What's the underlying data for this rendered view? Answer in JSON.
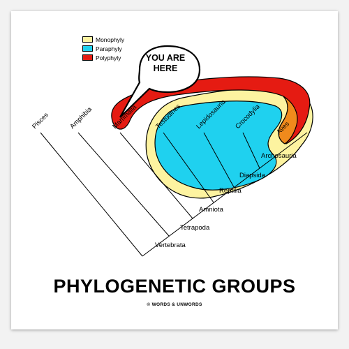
{
  "legend": {
    "items": [
      {
        "label": "Monophyly",
        "color": "#fdf3a0"
      },
      {
        "label": "Paraphyly",
        "color": "#1fd1ef"
      },
      {
        "label": "Polyphyly",
        "color": "#e51b12"
      }
    ]
  },
  "bubble": {
    "line1": "YOU ARE",
    "line2": "HERE"
  },
  "taxa": {
    "pisces": "Pisces",
    "amphibia": "Amphibia",
    "mammalia": "Mammalia",
    "testudines": "Testudines",
    "lepidosauria": "Lepidosauria",
    "crocodylia": "Crocodylia",
    "aves": "Aves"
  },
  "clades": {
    "archosauria": "Archosauria",
    "diapsida": "Diapsida",
    "reptilia": "Reptilia",
    "amniota": "Amniota",
    "tetrapoda": "Tetrapoda",
    "vertebrata": "Vertebrata"
  },
  "title": "PHYLOGENETIC GROUPS",
  "credit": "© WORDS & UNWORDS",
  "colors": {
    "monophyly": "#fdf3a0",
    "paraphyly": "#1fd1ef",
    "polyphyly": "#e51b12",
    "overlap": "#f08a1c"
  }
}
